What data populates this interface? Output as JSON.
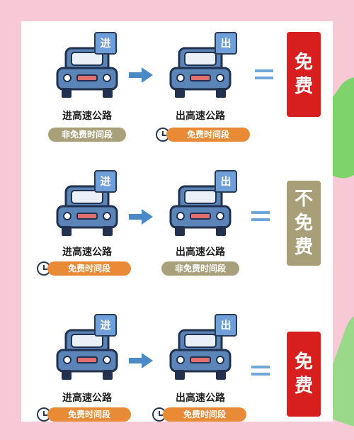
{
  "rows": [
    {
      "entry_badge": "进",
      "exit_badge": "出",
      "entry_label": "进高速公路",
      "exit_label": "出高速公路",
      "entry_time": "非免费时间段",
      "exit_time": "免费时间段",
      "result": [
        "免",
        "费"
      ]
    },
    {
      "entry_badge": "进",
      "exit_badge": "出",
      "entry_label": "进高速公路",
      "exit_label": "出高速公路",
      "entry_time": "免费时间段",
      "exit_time": "非免费时间段",
      "result": [
        "不",
        "免",
        "费"
      ]
    },
    {
      "entry_badge": "进",
      "exit_badge": "出",
      "entry_label": "进高速公路",
      "exit_label": "出高速公路",
      "entry_time": "免费时间段",
      "exit_time": "免费时间段",
      "result": [
        "免",
        "费"
      ]
    }
  ],
  "colors": {
    "red": "#d81f1f",
    "olive": "#a89f79",
    "orange": "#e88a36",
    "gray_pill": "#a8a07a",
    "car_body": "#5b84b8"
  },
  "icons": {
    "car": "car-icon",
    "arrow": "right-arrow-icon",
    "clock": "clock-icon",
    "equals": "equals-icon"
  }
}
